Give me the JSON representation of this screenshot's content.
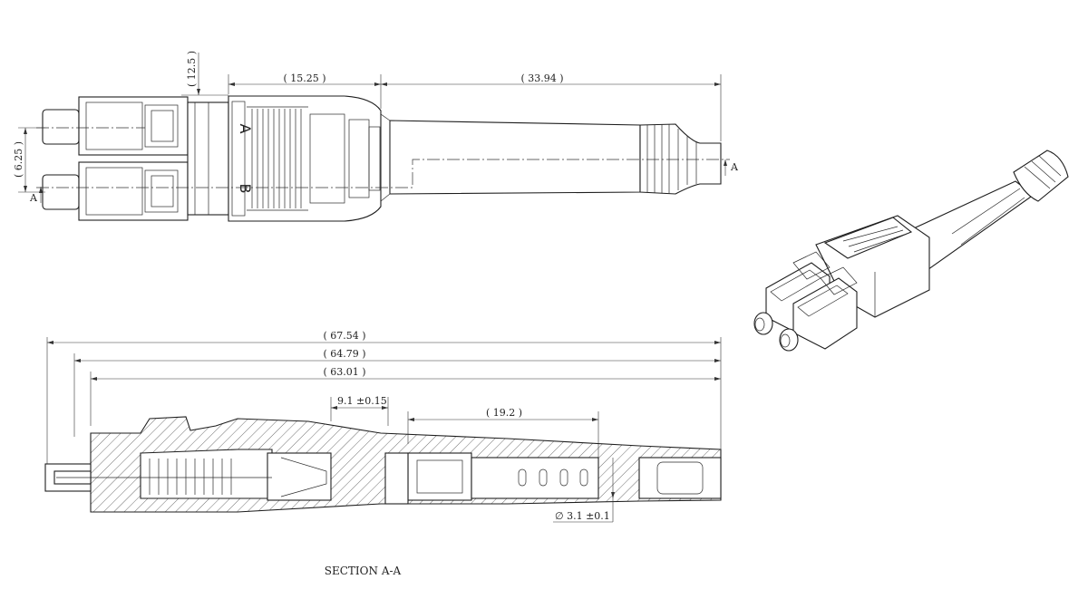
{
  "top_view": {
    "dims": {
      "length_a": "( 15.25 )",
      "length_b": "( 33.94 )",
      "height": "( 12.5 )",
      "pitch": "( 6.25 )"
    },
    "section_mark": "A",
    "latch_labels": {
      "upper": "A",
      "lower": "B"
    }
  },
  "section_view": {
    "dims": {
      "overall_1": "( 67.54 )",
      "overall_2": "( 64.79 )",
      "overall_3": "( 63.01 )",
      "depth": "9.1 ±0.15",
      "boot": "( 19.2 )",
      "diameter": "∅ 3.1 ±0.1"
    },
    "caption": "SECTION A-A"
  }
}
